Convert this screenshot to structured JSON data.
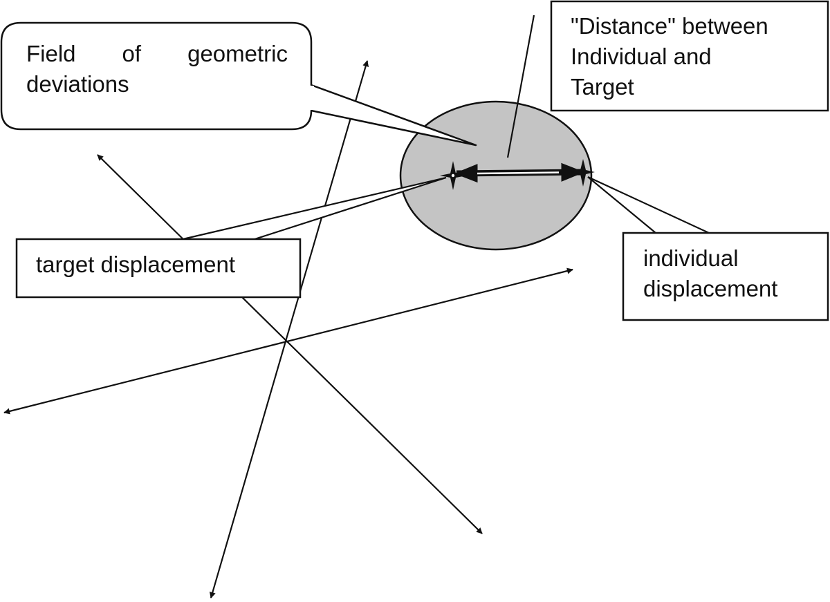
{
  "diagram": {
    "labels": {
      "field": {
        "line1": "Field of geometric",
        "line2": "deviations"
      },
      "distance": "\"Distance\" between\nIndividual and\nTarget",
      "target": "target displacement",
      "individual": "individual\ndisplacement"
    },
    "colors": {
      "ellipse_fill": "#c4c4c4",
      "stroke": "#111111",
      "background": "#ffffff"
    }
  }
}
